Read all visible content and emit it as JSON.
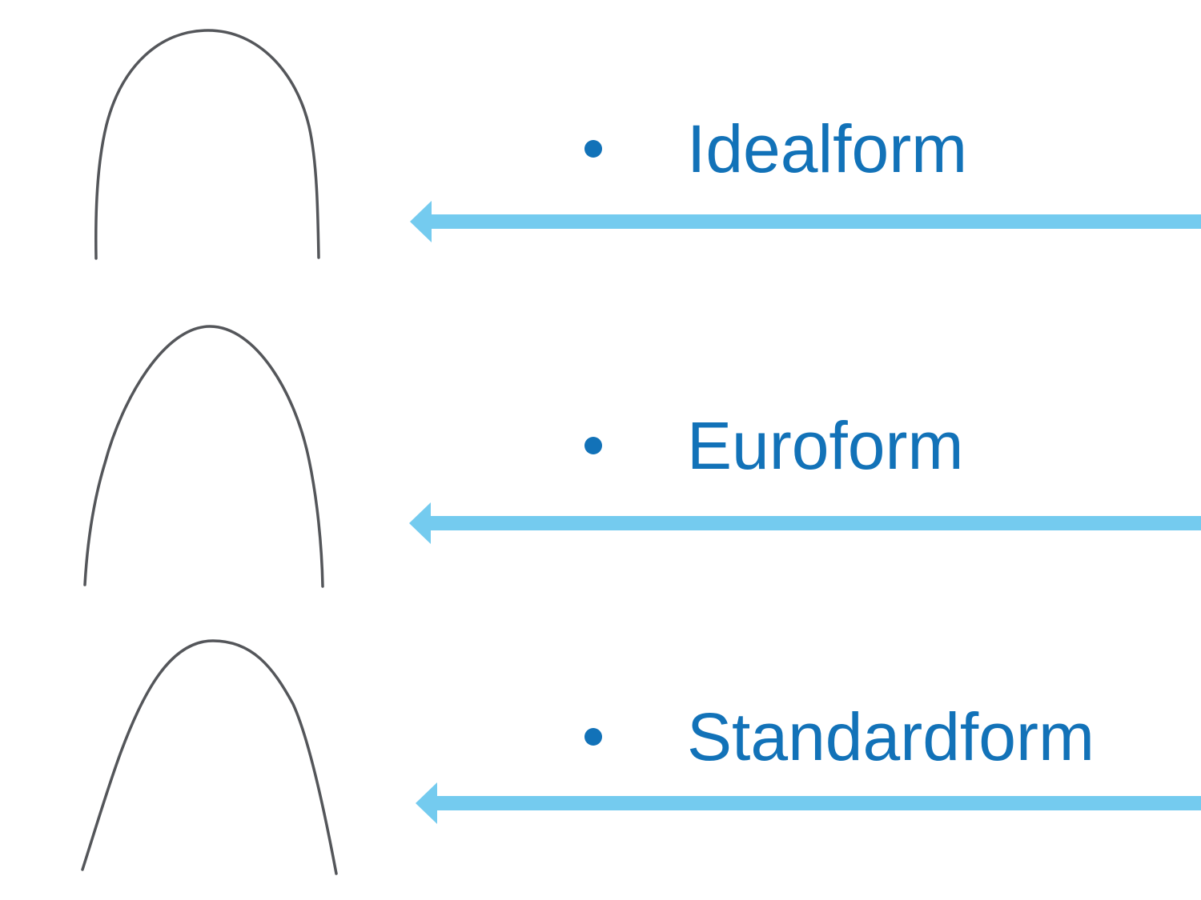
{
  "slide": {
    "items": [
      {
        "label": "Idealform",
        "arch_icon": "idealform-archwire"
      },
      {
        "label": "Euroform",
        "arch_icon": "euroform-archwire"
      },
      {
        "label": "Standardform",
        "arch_icon": "standardform-archwire"
      }
    ],
    "icons": {
      "bullet": "disc-bullet",
      "arrow": "left-arrow"
    },
    "colors": {
      "background": "#FFFFFF",
      "label_text": "#1272B8",
      "bullet": "#1272B8",
      "arrow_fill": "#74CBEF",
      "wire_stroke": "#54565A"
    }
  }
}
